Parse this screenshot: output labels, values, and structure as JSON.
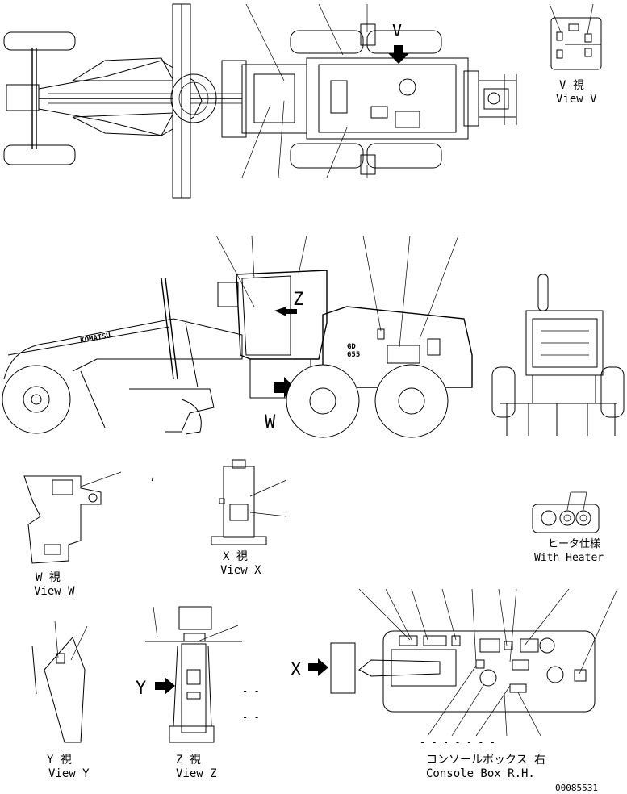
{
  "views": {
    "v": {
      "ja": "V 視",
      "en": "View V"
    },
    "w": {
      "ja": "W 視",
      "en": "View W"
    },
    "x": {
      "ja": "X 視",
      "en": "View X"
    },
    "y": {
      "ja": "Y 視",
      "en": "View Y"
    },
    "z": {
      "ja": "Z 視",
      "en": "View Z"
    }
  },
  "arrow_markers": {
    "v": "V",
    "w": "W",
    "x": "X",
    "y": "Y",
    "z": "Z"
  },
  "heater_spec": {
    "ja": "ヒータ仕様",
    "en": "With Heater"
  },
  "console_box": {
    "ja": "コンソールボックス 右",
    "en": "Console Box R.H."
  },
  "body_marking": {
    "brand": "KOMATSU",
    "model_prefix": "GD",
    "model_number": "655"
  },
  "drawing_number": "00085531",
  "stray_marks": {
    "comma": ",",
    "z_dashes_1": "- -",
    "z_dashes_2": "- -",
    "console_dashes": "-  -  -  -  -  - -"
  }
}
